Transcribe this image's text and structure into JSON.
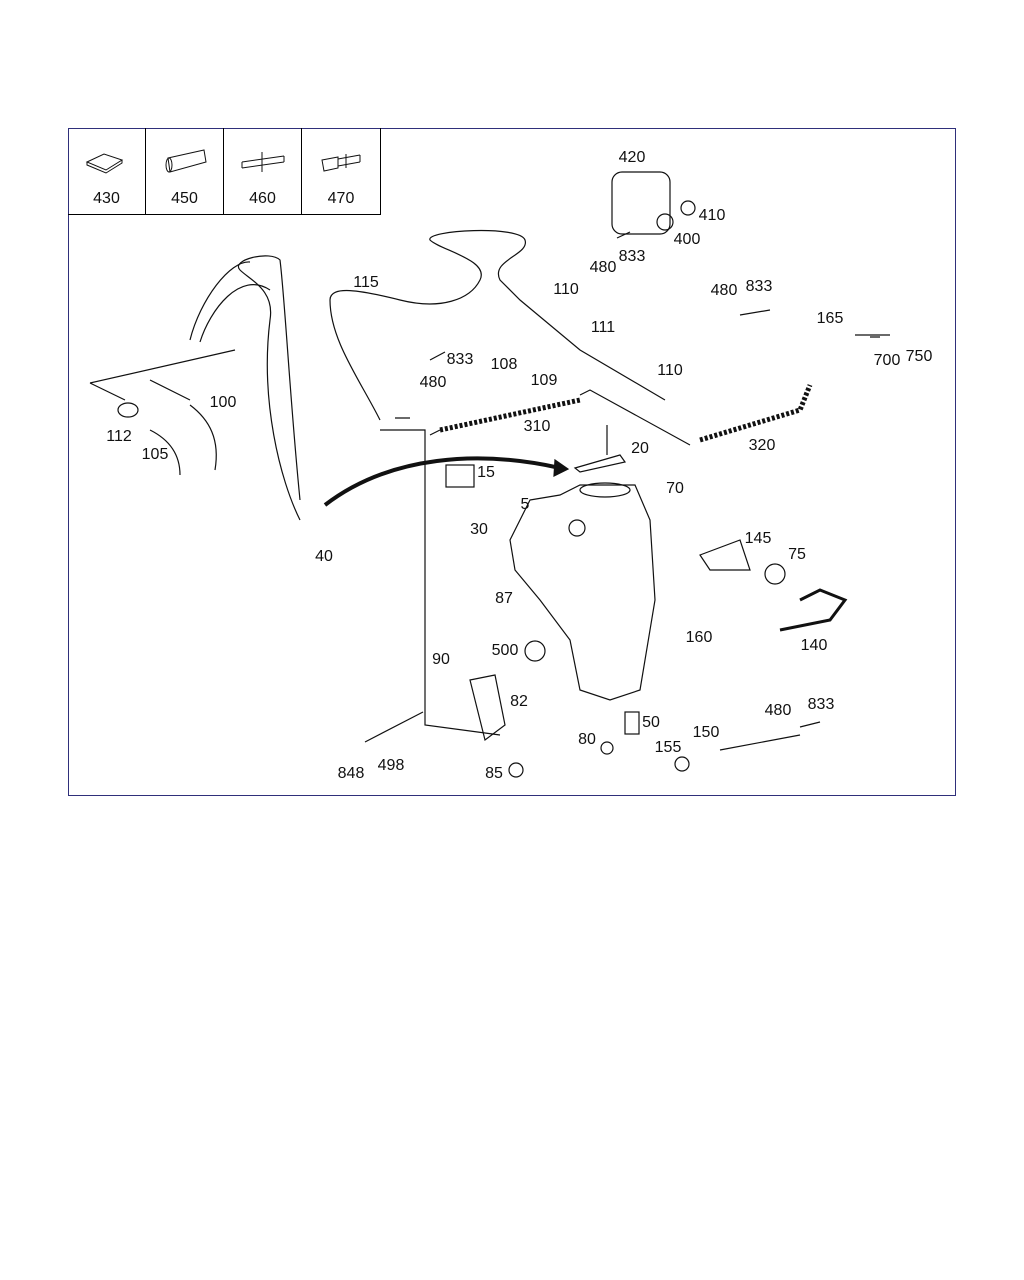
{
  "legend_parts": [
    "430",
    "450",
    "460",
    "470"
  ],
  "callouts": [
    "420",
    "410",
    "400",
    "480",
    "833",
    "110",
    "115",
    "833",
    "480",
    "108",
    "109",
    "111",
    "480",
    "833",
    "110",
    "165",
    "700",
    "750",
    "100",
    "112",
    "105",
    "310",
    "320",
    "20",
    "15",
    "40",
    "5",
    "70",
    "30",
    "145",
    "75",
    "87",
    "160",
    "140",
    "500",
    "90",
    "82",
    "50",
    "80",
    "480",
    "833",
    "150",
    "155",
    "498",
    "848",
    "85"
  ],
  "colors": {
    "frame": "#2f2f7a",
    "lines": "#111111"
  }
}
